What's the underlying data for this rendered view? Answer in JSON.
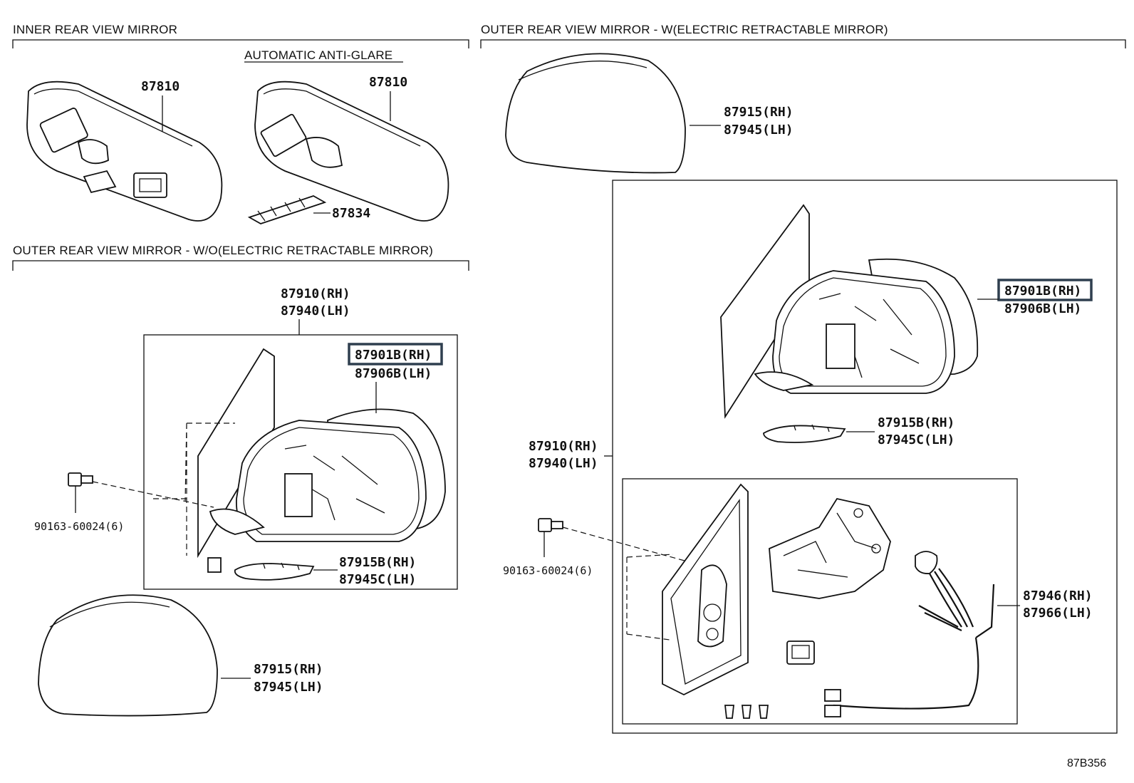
{
  "sections": {
    "inner": "INNER REAR VIEW MIRROR",
    "auto_antiglare": "AUTOMATIC ANTI-GLARE",
    "outer_wo": "OUTER REAR VIEW MIRROR - W/O(ELECTRIC RETRACTABLE MIRROR)",
    "outer_w": "OUTER REAR VIEW MIRROR - W(ELECTRIC RETRACTABLE MIRROR)"
  },
  "labels": {
    "p87810_a": "87810",
    "p87810_b": "87810",
    "p87834": "87834",
    "wo_assy_rh": "87910(RH)",
    "wo_assy_lh": "87940(LH)",
    "wo_glass_rh": "87901B(RH)",
    "wo_glass_lh": "87906B(LH)",
    "wo_bolt": "90163-60024(6)",
    "wo_lamp_rh": "87915B(RH)",
    "wo_lamp_lh": "87945C(LH)",
    "wo_cover_rh": "87915(RH)",
    "wo_cover_lh": "87945(LH)",
    "w_cover_rh": "87915(RH)",
    "w_cover_lh": "87945(LH)",
    "w_glass_rh": "87901B(RH)",
    "w_glass_lh": "87906B(LH)",
    "w_lamp_rh": "87915B(RH)",
    "w_lamp_lh": "87945C(LH)",
    "w_assy_rh": "87910(RH)",
    "w_assy_lh": "87940(LH)",
    "w_bolt": "90163-60024(6)",
    "w_motor_rh": "87946(RH)",
    "w_motor_lh": "87966(LH)"
  },
  "figure_ref": "87B356"
}
